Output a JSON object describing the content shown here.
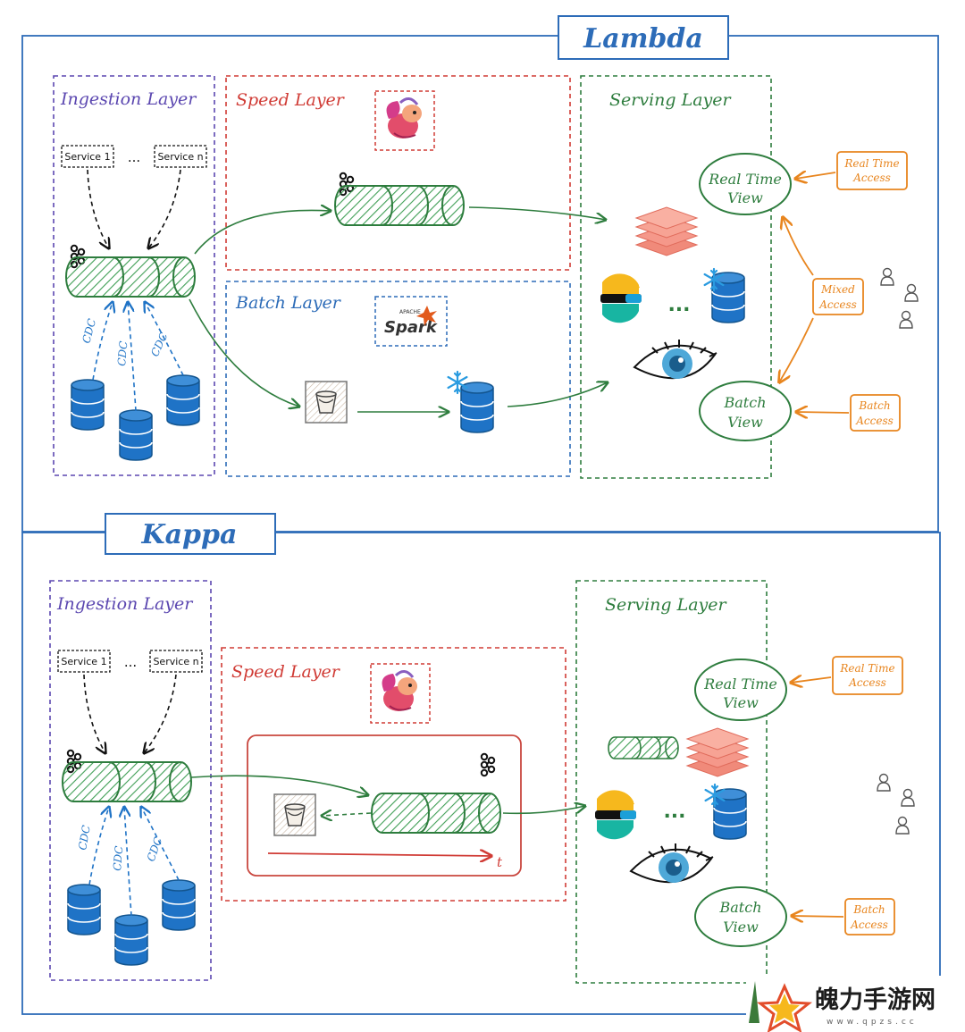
{
  "lambda": {
    "title": "Lambda",
    "ingestion": {
      "title": "Ingestion Layer",
      "service_1": "Service 1",
      "service_n": "Service n",
      "ellipsis": "...",
      "cdc_label": "CDC"
    },
    "speed": {
      "title": "Speed Layer"
    },
    "batch": {
      "title": "Batch Layer",
      "spark_small": "APACHE",
      "spark_logo": "Spark"
    },
    "serving": {
      "title": "Serving Layer",
      "real_time_view": [
        "Real Time",
        "View"
      ],
      "batch_view": [
        "Batch",
        "View"
      ],
      "ellipsis": "..."
    },
    "access": {
      "real_time": [
        "Real Time",
        "Access"
      ],
      "mixed": [
        "Mixed",
        "Access"
      ],
      "batch": [
        "Batch",
        "Access"
      ]
    }
  },
  "kappa": {
    "title": "Kappa",
    "ingestion": {
      "title": "Ingestion Layer",
      "service_1": "Service 1",
      "service_n": "Service n",
      "ellipsis": "...",
      "cdc_label": "CDC"
    },
    "speed": {
      "title": "Speed Layer",
      "time_axis": "t"
    },
    "serving": {
      "title": "Serving Layer",
      "real_time_view": [
        "Real Time",
        "View"
      ],
      "batch_view": [
        "Batch",
        "View"
      ],
      "ellipsis": "..."
    },
    "access": {
      "real_time": [
        "Real Time",
        "Access"
      ],
      "batch": [
        "Batch",
        "Access"
      ]
    }
  },
  "watermark": {
    "text": "魄力手游网",
    "subtext": "www.qpzs.cc"
  },
  "colors": {
    "frame": "#2d6cb8",
    "ingestion": "#5b47b0",
    "speed": "#d03b35",
    "batch": "#2d6cb8",
    "serving": "#2e7d3e",
    "access": "#e8851e",
    "topic_fill": "#6bbf7a",
    "topic_stroke": "#2e7d3e",
    "db": "#1f73c6",
    "people": "#555555"
  }
}
